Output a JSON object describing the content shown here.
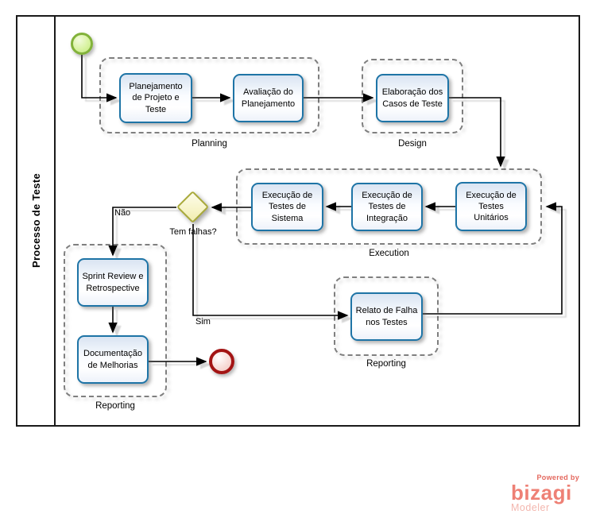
{
  "pool": {
    "label": "Processo de Teste"
  },
  "groups": {
    "planning": {
      "label": "Planning"
    },
    "design": {
      "label": "Design"
    },
    "execution": {
      "label": "Execution"
    },
    "reporting_left": {
      "label": "Reporting"
    },
    "reporting_right": {
      "label": "Reporting"
    }
  },
  "tasks": {
    "planejamento": "Planejamento de Projeto e Teste",
    "avaliacao": "Avaliação do Planejamento",
    "elaboracao": "Elaboração dos Casos de Teste",
    "exec_unitarios": "Execução de Testes Unitários",
    "exec_integracao": "Execução de Testes de Integração",
    "exec_sistema": "Execução de Testes de Sistema",
    "sprint_review": "Sprint Review e Retrospective",
    "documentacao": "Documentação de Melhorias",
    "relato": "Relato de Falha nos Testes"
  },
  "gateway": {
    "label": "Tem falhas?"
  },
  "flow_labels": {
    "no": "Não",
    "yes": "Sim"
  },
  "branding": {
    "powered_by": "Powered by",
    "brand": "bizagi",
    "product": "Modeler"
  },
  "colors": {
    "task_border": "#1e74a6",
    "group_border": "#7f7f7f",
    "gateway_border": "#a9aa39",
    "start_event_border": "#82b23a",
    "end_event_border": "#a31414",
    "connector": "#000000",
    "brand_salmon": "#ee8075",
    "brand_light": "#f3b6ae"
  }
}
